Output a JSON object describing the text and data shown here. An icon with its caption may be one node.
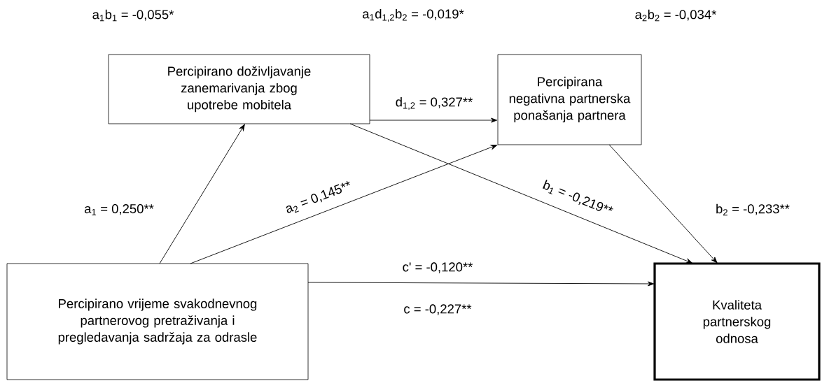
{
  "diagram": {
    "nodes": [
      {
        "text": [
          "Percipirano doživljavanje zanemarivanja zbog upotrebe mobitela"
        ]
      },
      {
        "text": [
          "Percipirana negativna partnerska ponašanja partnera"
        ]
      },
      {
        "text": [
          "Percipirano vrijeme svakodnevnog partnerovog pretraživanja i pregledavanja sadržaja za odrasle"
        ]
      },
      {
        "text": [
          "Kvaliteta partnerskog odnosa"
        ]
      }
    ],
    "edges": [
      {
        "from": 0,
        "to": 1,
        "arrow": "to",
        "label": "d$_{1,2}$ = 0,327**"
      },
      {
        "from": 0,
        "to": 3,
        "arrow": "to",
        "label": "b$_{1}$ = -0,219**"
      },
      {
        "from": 1,
        "to": 3,
        "arrow": "to",
        "label": "b$_{2}$ = -0,233**"
      },
      {
        "from": 2,
        "to": 0,
        "arrow": "to",
        "label": "a$_{1}$ = 0,250**"
      },
      {
        "from": 2,
        "to": 1,
        "arrow": "to",
        "label": "a$_{2}$ = 0,145**"
      },
      {
        "from": 2,
        "to": 3,
        "arrow": "to",
        "label": "c' = -0,120**"
      }
    ],
    "labels": [
      "a$_{1}$b$_{1}$ = -0,055*",
      "a$_{1}$d$_{1,2}$b$_{2}$ = -0,019*",
      "a$_{2}$b$_{2}$ = -0,034*",
      "c = -0,227**"
    ]
  }
}
